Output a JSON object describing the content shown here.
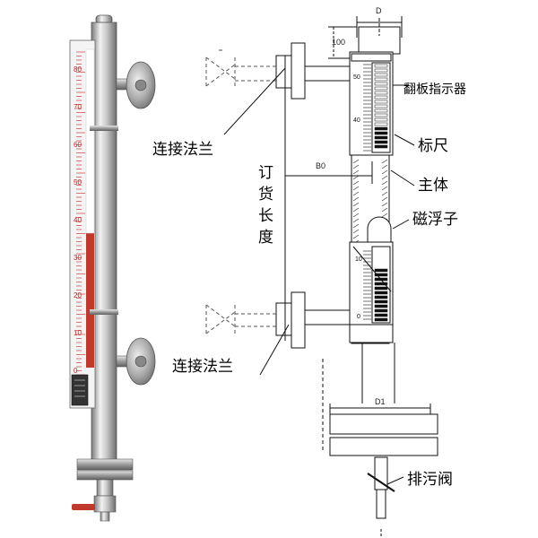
{
  "photo": {
    "scale_labels": [
      "80",
      "70",
      "60",
      "50",
      "40",
      "30",
      "20",
      "10",
      "0"
    ]
  },
  "drawing": {
    "dims": {
      "d": "D",
      "d1": "D1",
      "b0": "B0",
      "h100": "100"
    },
    "scale_labels": {
      "top_50": "50",
      "top_40": "40",
      "low_10": "10",
      "low_0": "0"
    }
  },
  "labels": {
    "flange_top": "连接法兰",
    "flange_bottom": "连接法兰",
    "order_length": [
      "订",
      "货",
      "长",
      "度"
    ],
    "indicator": "翻板指示器",
    "scale": "标尺",
    "body": "主体",
    "float": "磁浮子",
    "drain_valve": "排污阀"
  }
}
